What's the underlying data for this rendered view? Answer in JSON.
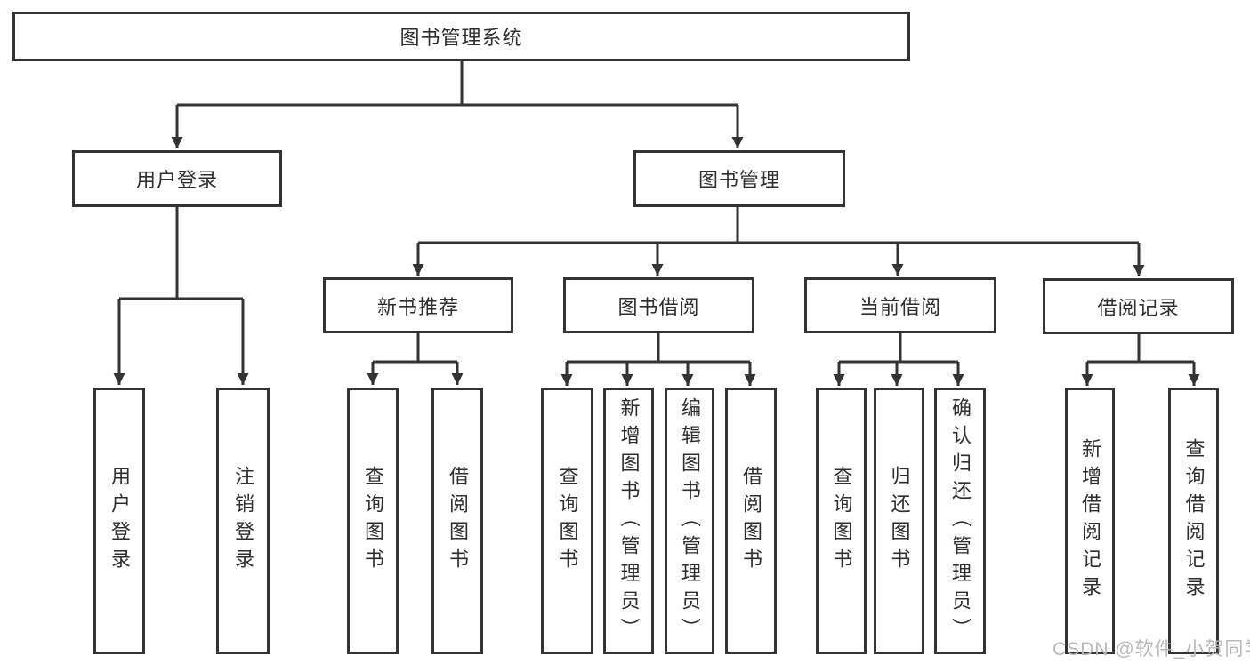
{
  "tree": {
    "root": {
      "label": "图书管理系统"
    },
    "branches": [
      {
        "label": "用户登录",
        "children": [
          {
            "label": "用户登录"
          },
          {
            "label": "注销登录"
          }
        ]
      },
      {
        "label": "图书管理",
        "children": [
          {
            "label": "新书推荐",
            "children": [
              {
                "label": "查询图书"
              },
              {
                "label": "借阅图书"
              }
            ]
          },
          {
            "label": "图书借阅",
            "children": [
              {
                "label": "查询图书"
              },
              {
                "label": "新增图书（管理员）"
              },
              {
                "label": "编辑图书（管理员）"
              },
              {
                "label": "借阅图书"
              }
            ]
          },
          {
            "label": "当前借阅",
            "children": [
              {
                "label": "查询图书"
              },
              {
                "label": "归还图书"
              },
              {
                "label": "确认归还（管理员）"
              }
            ]
          },
          {
            "label": "借阅记录",
            "children": [
              {
                "label": "新增借阅记录"
              },
              {
                "label": "查询借阅记录"
              }
            ]
          }
        ]
      }
    ]
  },
  "watermark": "CSDN @软件_小贺同学",
  "colors": {
    "line": "#333333",
    "box_border": "#333333",
    "box_fill": "#ffffff",
    "text": "#2d2d2d",
    "watermark": "#b8b8b8",
    "background": "#ffffff"
  }
}
